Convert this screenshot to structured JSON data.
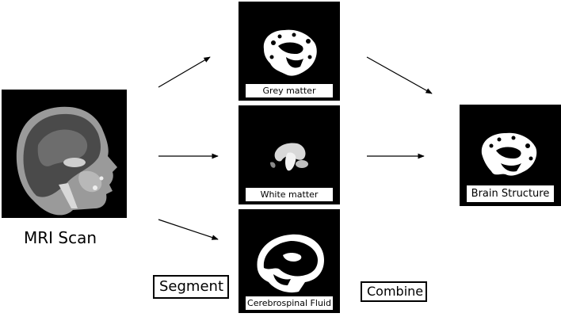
{
  "source": {
    "label": "MRI Scan"
  },
  "segments": [
    {
      "label": "Grey matter"
    },
    {
      "label": "White matter"
    },
    {
      "label": "Cerebrospinal Fluid"
    }
  ],
  "result": {
    "label": "Brain Structure"
  },
  "steps": {
    "segment": "Segment",
    "combine": "Combine"
  },
  "colors": {
    "panel": "#000000",
    "tissue": "#ffffff",
    "arrow": "#000000"
  }
}
